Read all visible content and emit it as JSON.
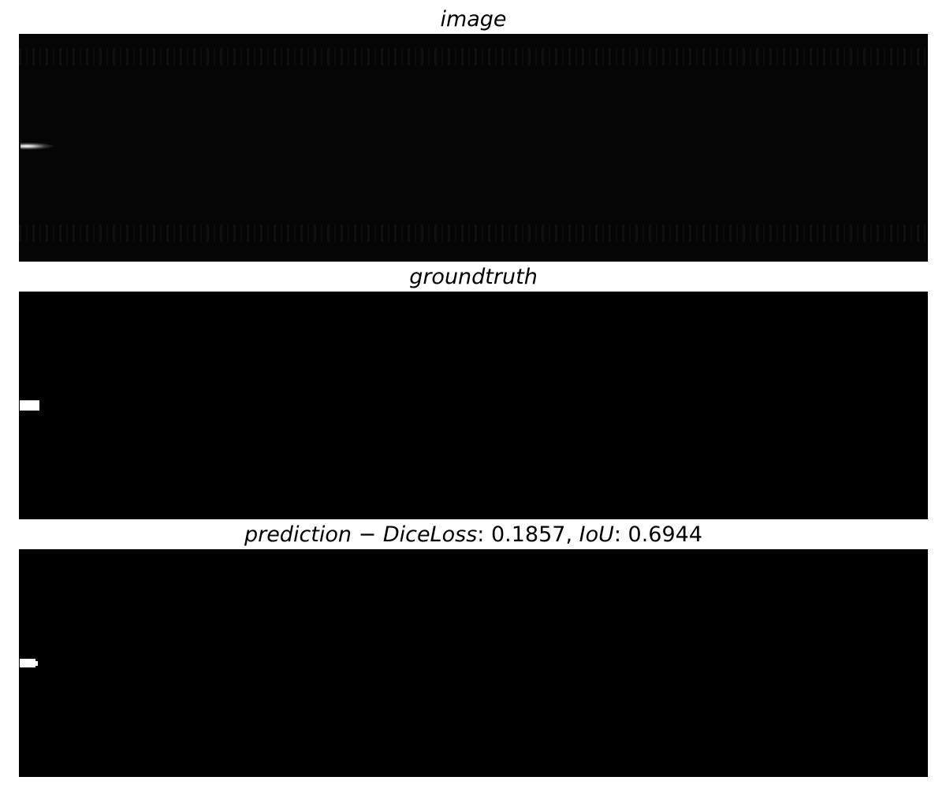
{
  "panels": {
    "image": {
      "title": "image"
    },
    "groundtruth": {
      "title": "groundtruth"
    },
    "prediction": {
      "title_prefix": "prediction",
      "title_sep": " − ",
      "metric1_name": "DiceLoss",
      "metric1_colon": ": ",
      "metric1_value": "0.1857",
      "metric_comma": ", ",
      "metric2_name": "IoU",
      "metric2_colon": ": ",
      "metric2_value": "0.6944"
    }
  },
  "colors": {
    "background": "#ffffff",
    "panel": "#000000",
    "mask": "#ffffff"
  }
}
